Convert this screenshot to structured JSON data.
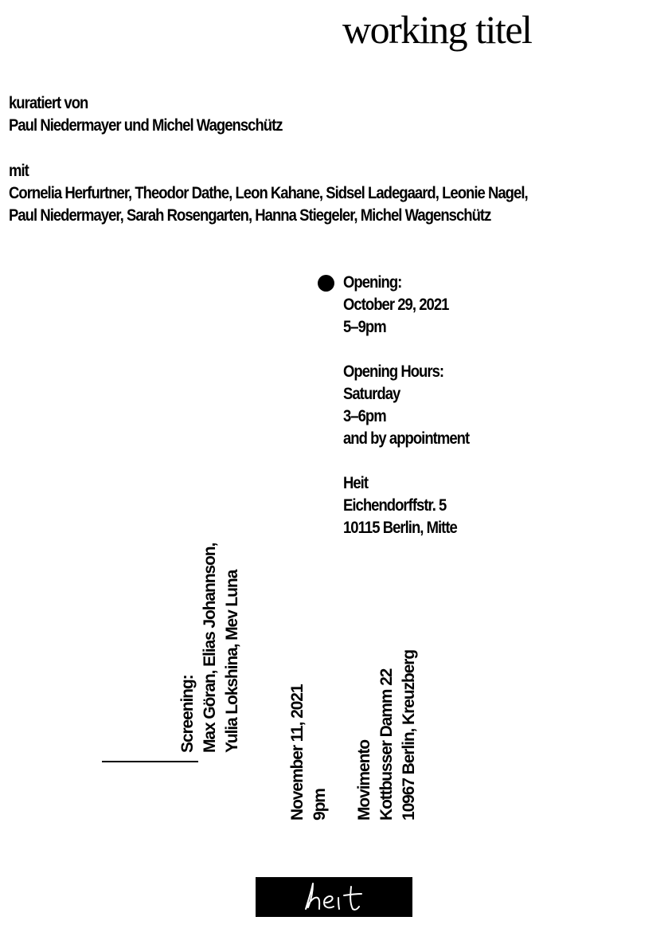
{
  "title": "working titel",
  "curated": {
    "label": "kuratiert von",
    "names": "Paul Niedermayer und Michel Wagenschütz"
  },
  "artists": {
    "label": "mit",
    "line1": "Cornelia Herfurtner, Theodor Dathe, Leon Kahane, Sidsel Ladegaard, Leonie Nagel,",
    "line2": "Paul Niedermayer, Sarah Rosengarten, Hanna Stiegeler, Michel Wagenschütz"
  },
  "opening": {
    "label": "Opening:",
    "date": "October 29, 2021",
    "time": "5–9pm"
  },
  "hours": {
    "label": "Opening Hours:",
    "day": "Saturday",
    "time": "3–6pm",
    "note": "and by appointment"
  },
  "address": {
    "name": "Heit",
    "street": "Eichendorffstr. 5",
    "city": "10115 Berlin, Mitte"
  },
  "screening": {
    "label": "Screening:",
    "artists1": "Max Göran, Elias Johannson,",
    "artists2": "Yulia Lokshina, Mev Luna",
    "date": "November 11, 2021",
    "time": "9pm",
    "venue": "Movimento",
    "street": "Kottbusser Damm 22",
    "city": "10967 Berlin, Kreuzberg"
  },
  "logo": {
    "text": "heit"
  }
}
